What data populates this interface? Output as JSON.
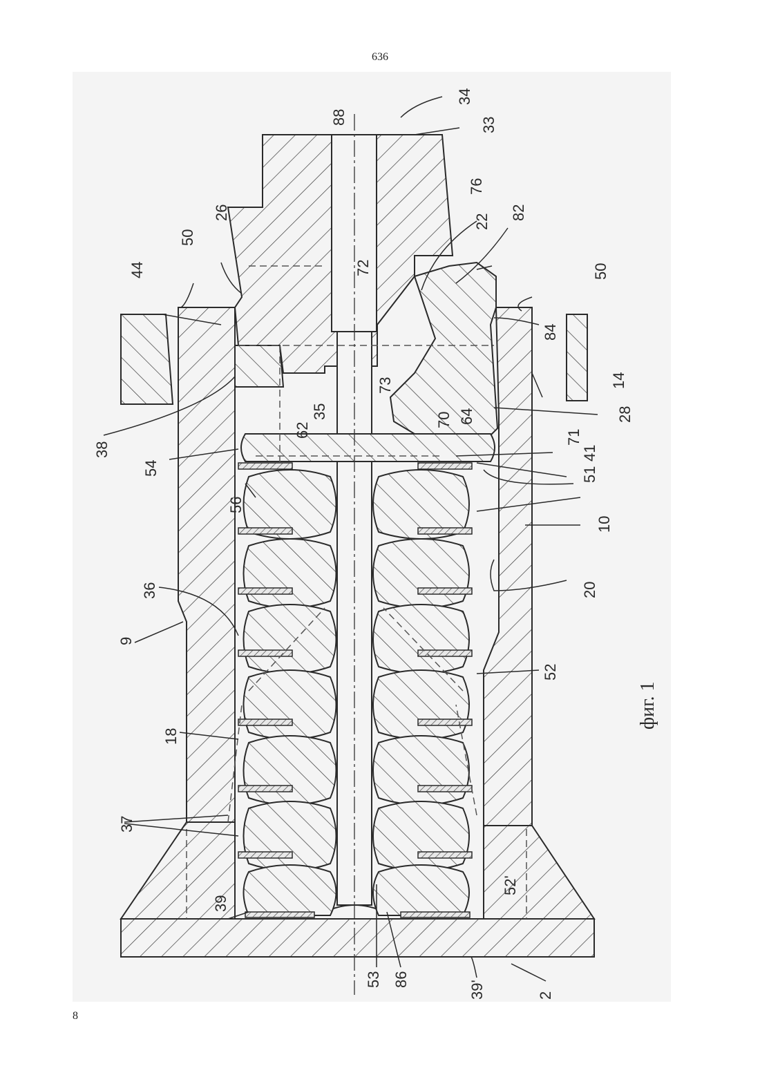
{
  "page": {
    "number": "636",
    "footer": "8"
  },
  "figure": {
    "caption": "фиг. 1",
    "labels": [
      "88",
      "34",
      "33",
      "76",
      "22",
      "82",
      "26",
      "50",
      "44",
      "72",
      "50",
      "84",
      "14",
      "28",
      "35",
      "73",
      "38",
      "62",
      "70",
      "64",
      "71",
      "54",
      "41",
      "51",
      "56",
      "10",
      "36",
      "20",
      "9",
      "52",
      "18",
      "37",
      "52'",
      "39",
      "53",
      "86",
      "39'",
      "2"
    ]
  }
}
